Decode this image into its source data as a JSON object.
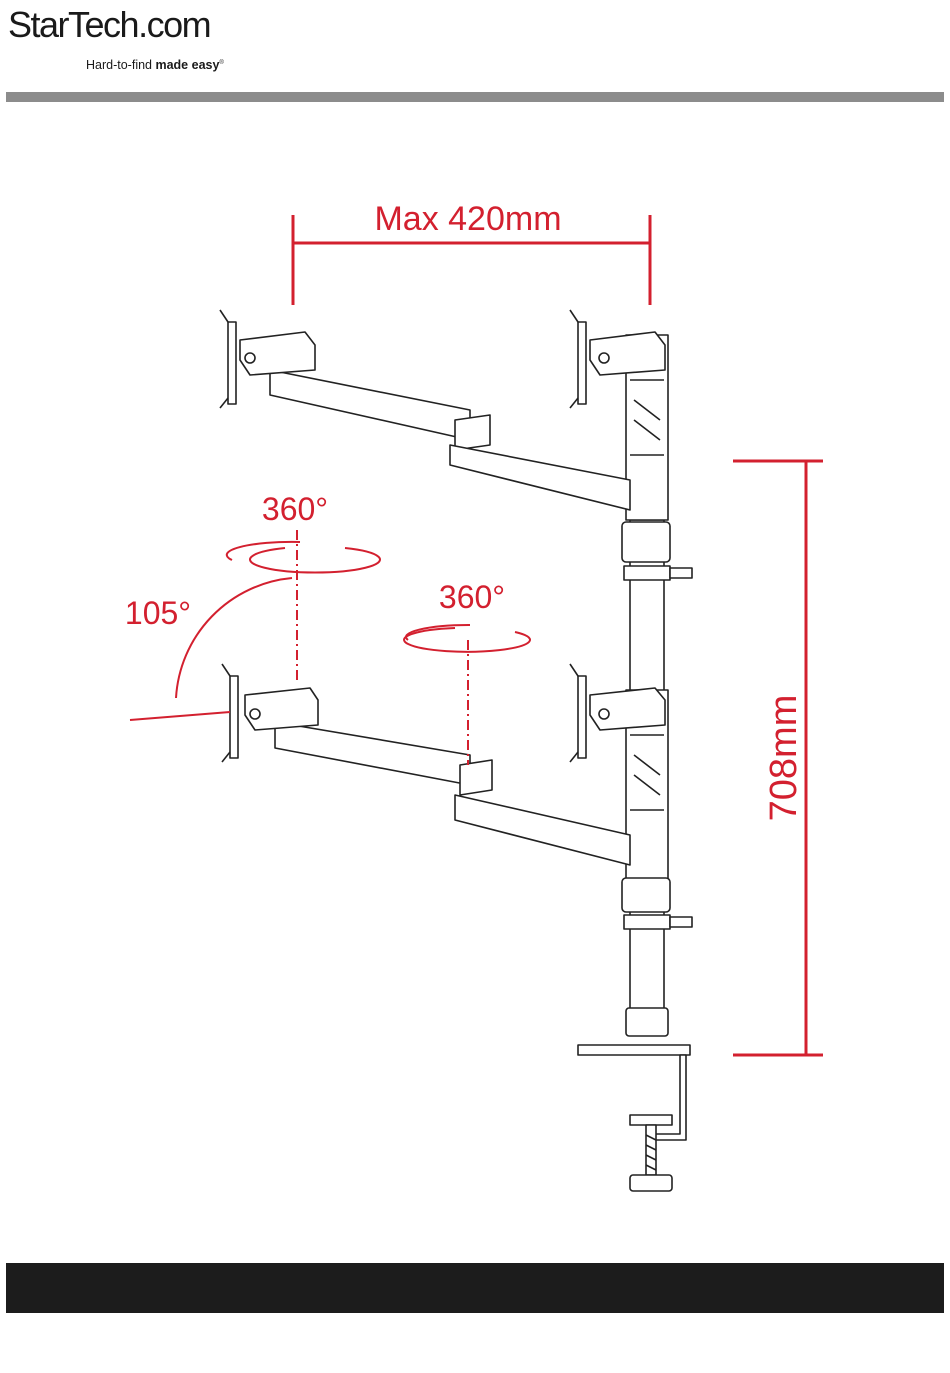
{
  "header": {
    "logo_text": "StarTech.com",
    "tagline_regular": "Hard-to-find ",
    "tagline_bold": "made easy",
    "tagline_mark": "®"
  },
  "diagram": {
    "width_label": "Max 420mm",
    "height_label": "708mm",
    "rotation_upper_left": "360°",
    "tilt_label": "105°",
    "rotation_lower_mid": "360°"
  },
  "colors": {
    "dimension_red": "#d3202f",
    "header_rule": "#8c8c8c",
    "footer_bar": "#1c1c1c",
    "line_art": "#222222"
  }
}
